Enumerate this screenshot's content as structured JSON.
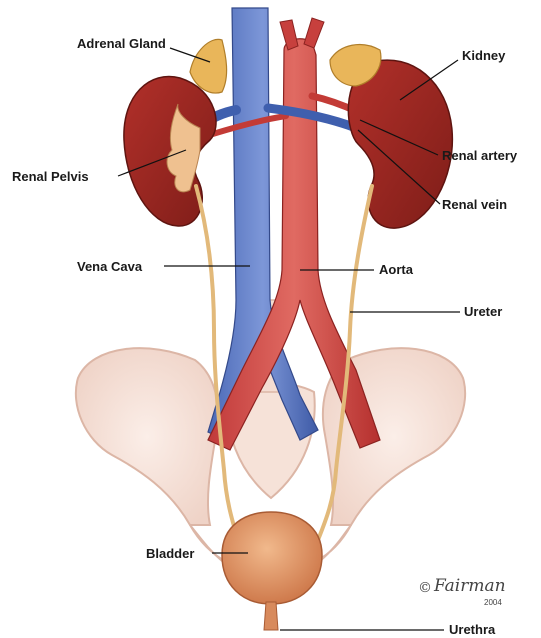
{
  "labels": {
    "adrenal_gland": "Adrenal Gland",
    "kidney": "Kidney",
    "renal_artery": "Renal artery",
    "renal_pelvis": "Renal Pelvis",
    "renal_vein": "Renal vein",
    "vena_cava": "Vena Cava",
    "aorta": "Aorta",
    "ureter": "Ureter",
    "bladder": "Bladder",
    "urethra": "Urethra"
  },
  "signature": {
    "symbol": "©",
    "name": "Fairman",
    "year": "2004"
  }
}
